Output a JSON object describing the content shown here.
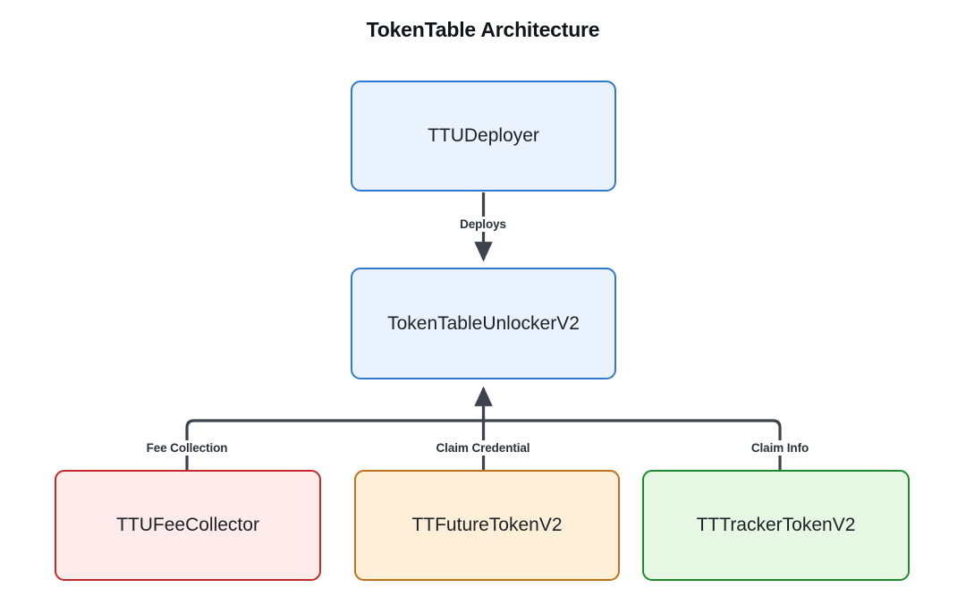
{
  "diagram": {
    "title": "TokenTable Architecture",
    "type": "flowchart",
    "nodes": [
      {
        "id": "ttudeployer",
        "label": "TTUDeployer",
        "fill": "#eaf2fd",
        "stroke": "#2f7ad0"
      },
      {
        "id": "tokentableunlockerv2",
        "label": "TokenTableUnlockerV2",
        "fill": "#eaf2fd",
        "stroke": "#2f7ad0"
      },
      {
        "id": "ttufeecollector",
        "label": "TTUFeeCollector",
        "fill": "#fdebeb",
        "stroke": "#c32a2a"
      },
      {
        "id": "ttfuturetokenv2",
        "label": "TTFutureTokenV2",
        "fill": "#fdefd8",
        "stroke": "#c0721a"
      },
      {
        "id": "tttrackertokenv2",
        "label": "TTTrackerTokenV2",
        "fill": "#e6f7e3",
        "stroke": "#1e8a2c"
      }
    ],
    "edges": [
      {
        "id": "deploys",
        "from": "ttudeployer",
        "to": "tokentableunlockerv2",
        "label": "Deploys"
      },
      {
        "id": "fee-collection",
        "from": "ttufeecollector",
        "to": "tokentableunlockerv2",
        "label": "Fee Collection"
      },
      {
        "id": "claim-credential",
        "from": "ttfuturetokenv2",
        "to": "tokentableunlockerv2",
        "label": "Claim Credential"
      },
      {
        "id": "claim-info",
        "from": "tttrackertokenv2",
        "to": "tokentableunlockerv2",
        "label": "Claim Info"
      }
    ],
    "edge_color": "#3d434d"
  }
}
